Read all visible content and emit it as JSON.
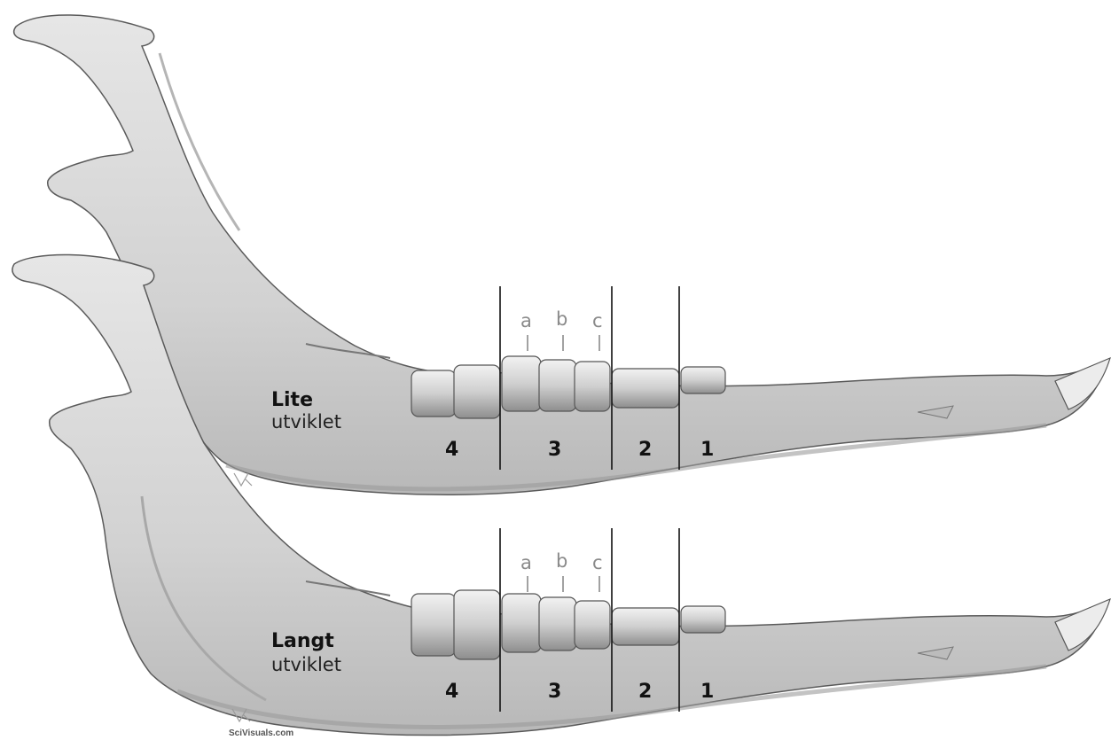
{
  "jaws": [
    {
      "label_bold": "Lite",
      "label_normal": "utviklet",
      "zones": [
        "4",
        "3",
        "2",
        "1"
      ],
      "cusps": [
        "a",
        "b",
        "c"
      ]
    },
    {
      "label_bold": "Langt",
      "label_normal": "utviklet",
      "zones": [
        "4",
        "3",
        "2",
        "1"
      ],
      "cusps": [
        "a",
        "b",
        "c"
      ]
    }
  ],
  "credit": "SciVisuals.com",
  "colors": {
    "bone": "#d6d6d6",
    "bone_shadow": "#a9a9a9",
    "outline": "#5a5a5a",
    "tooth": "#e4e4e4",
    "divider": "#111111",
    "cusp_label": "#8a8a8a"
  }
}
